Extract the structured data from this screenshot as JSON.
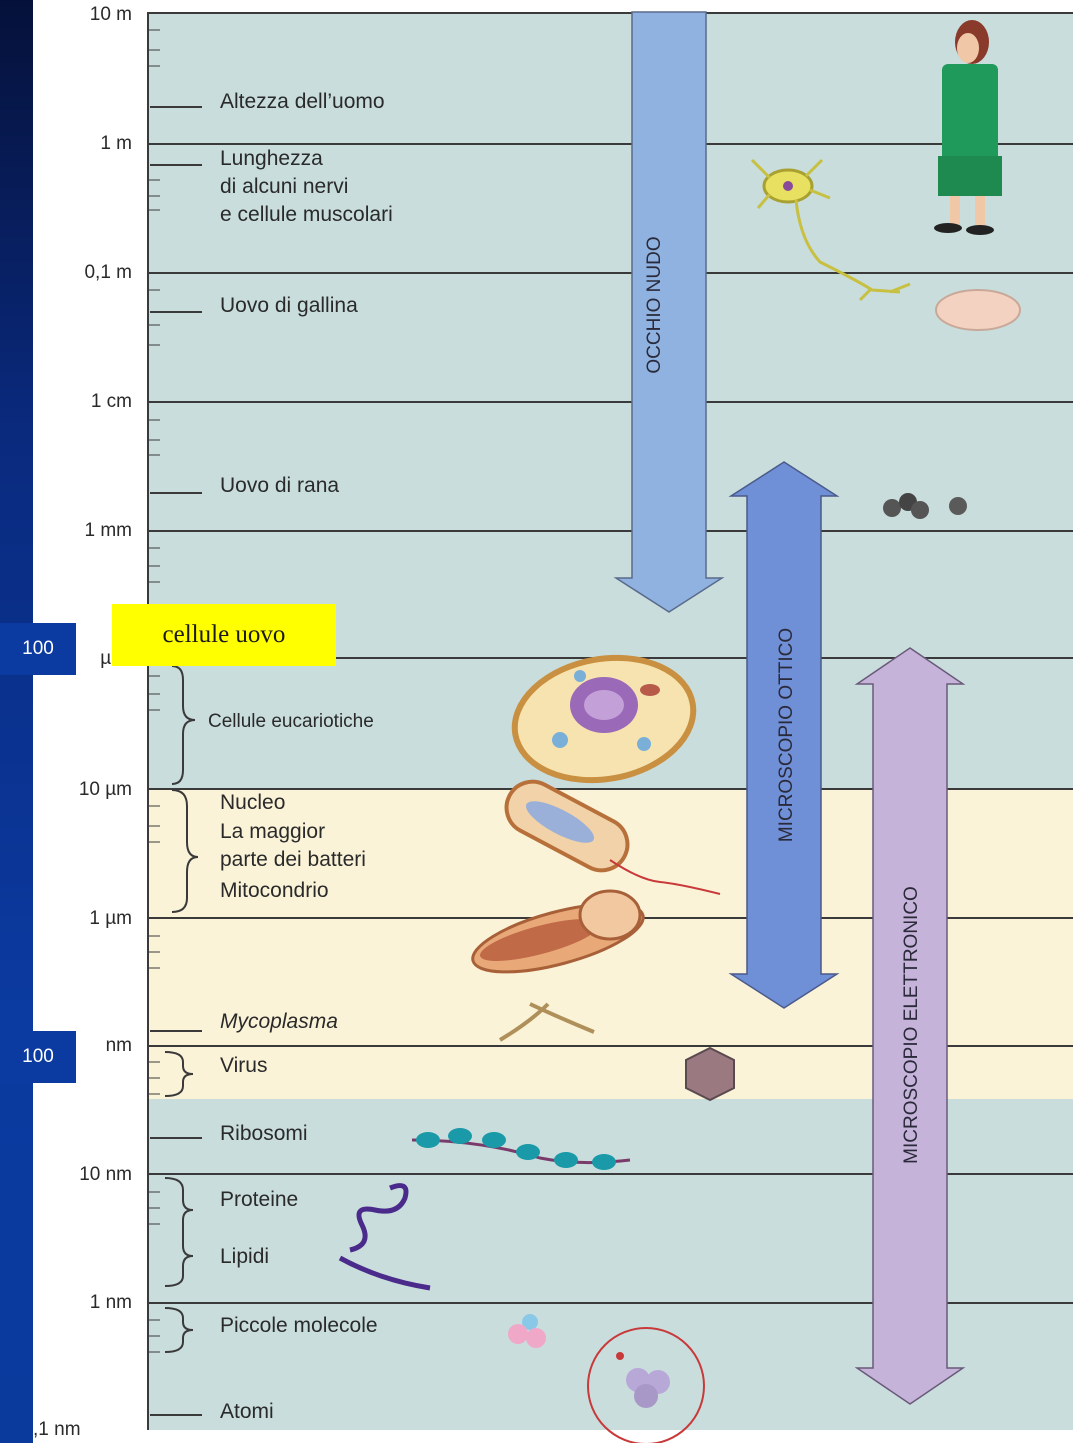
{
  "scale_labels": [
    "10 m",
    "1 m",
    "0,1 m",
    "1 cm",
    "1 mm",
    "µm",
    "10 µm",
    "1 µm",
    "nm",
    "10 nm",
    "1 nm",
    ",1 nm"
  ],
  "items": {
    "altezza_uomo": "Altezza dell’uomo",
    "lunghezza_1": "Lunghezza",
    "lunghezza_2": "di alcuni nervi",
    "lunghezza_3": "e cellule muscolari",
    "uovo_gallina": "Uovo di gallina",
    "uovo_rana": "Uovo di rana",
    "cellule_eucariotiche": "Cellule eucariotiche",
    "nucleo": "Nucleo",
    "batteri_1": "La maggior",
    "batteri_2": "parte dei batteri",
    "mitocondrio": "Mitocondrio",
    "mycoplasma": "Mycoplasma",
    "virus": "Virus",
    "ribosomi": "Ribosomi",
    "proteine": "Proteine",
    "lipidi": "Lipidi",
    "piccole_molecole": "Piccole molecole",
    "atomi": "Atomi"
  },
  "arrows": {
    "occhio_nudo": "OCCHIO NUDO",
    "microscopio_ottico": "MICROSCOPIO OTTICO",
    "microscopio_elettronico": "MICROSCOPIO ELETTRONICO"
  },
  "overlays": {
    "blue_box_1": "100",
    "blue_box_2": "100",
    "yellow_box": "cellule uovo"
  },
  "colors": {
    "panel_blue": "#c9dddd",
    "panel_cream": "#fbf3d8",
    "arrow_blue": "#8fb2e0",
    "arrow_purple": "#c6b3da",
    "slide_blue": "#0b3aa0",
    "highlight_yellow": "#ffff00"
  }
}
